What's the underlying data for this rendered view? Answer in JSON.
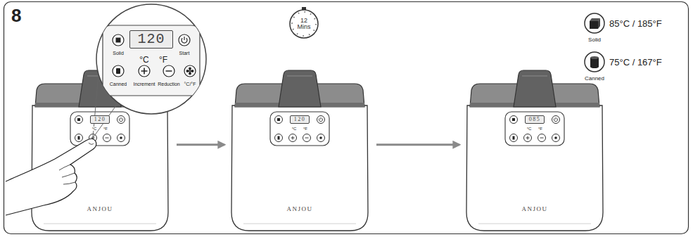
{
  "diagram": {
    "nodes": [
      {
        "text": [
          "ANJOU"
        ]
      },
      {
        "text": [
          "120"
        ],
        "in": 0
      },
      {
        "text": [
          "°C",
          "°F",
          "Solid",
          "Start",
          "Canned",
          "Increment",
          "Reduction",
          "°C/°F"
        ]
      },
      {
        "text": [
          "120"
        ],
        "in": 2
      },
      {
        "text": [
          "12 Mins"
        ]
      },
      {
        "text": [
          "ANJOU"
        ]
      },
      {
        "text": [
          "120"
        ],
        "in": 5
      },
      {
        "text": [
          "ANJOU"
        ]
      },
      {
        "text": [
          "085"
        ],
        "in": 7
      }
    ],
    "edges": [
      {
        "from": 0,
        "to": 5,
        "arrow": "to"
      },
      {
        "from": 5,
        "to": 7,
        "arrow": "to"
      }
    ],
    "labels": [
      "8",
      "°C",
      "°F",
      "°C",
      "°F",
      "°C",
      "°F",
      "Solid",
      "85°C / 185°F",
      "Canned",
      "75°C / 167°F"
    ]
  }
}
